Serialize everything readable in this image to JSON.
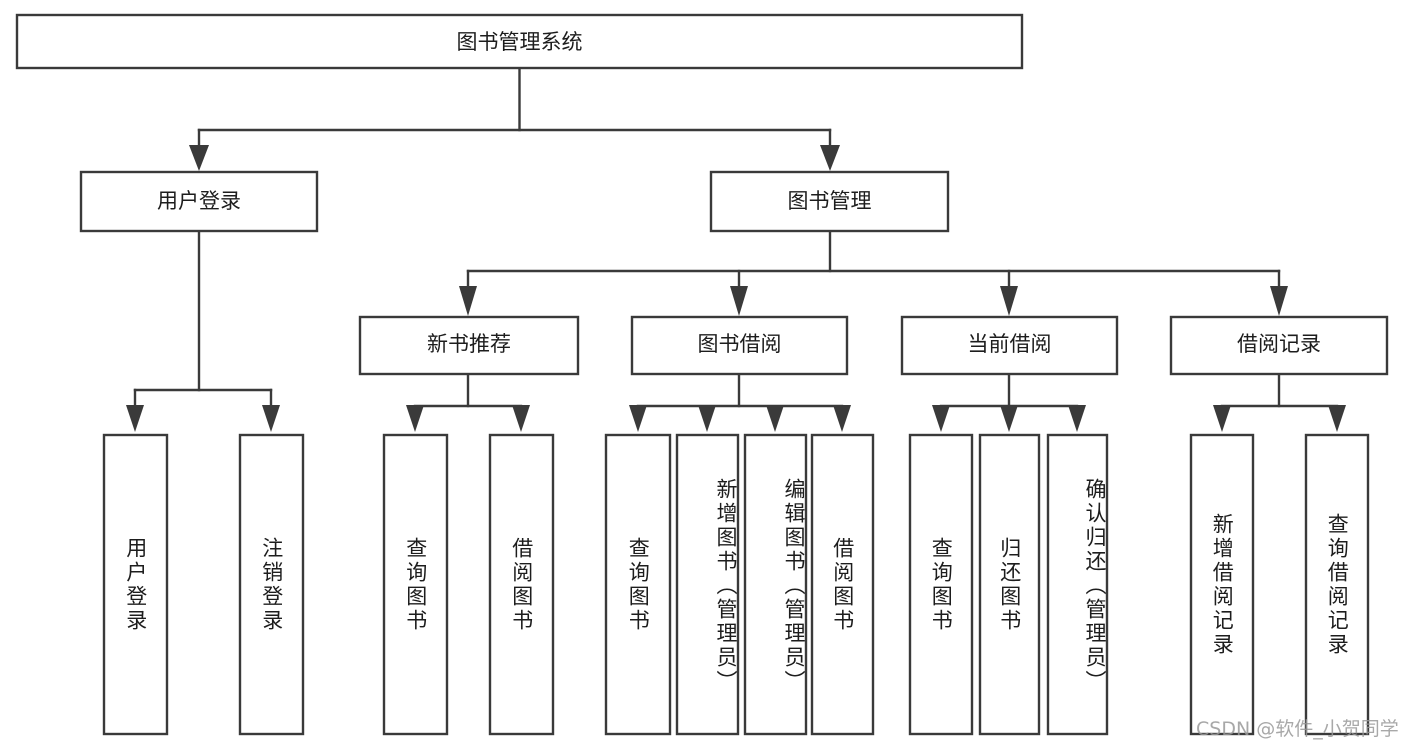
{
  "diagram": {
    "title": "图书管理系统",
    "type": "tree-hierarchy",
    "root": {
      "label": "图书管理系统"
    },
    "level2": [
      {
        "label": "用户登录"
      },
      {
        "label": "图书管理"
      }
    ],
    "level3": [
      {
        "label": "新书推荐"
      },
      {
        "label": "图书借阅"
      },
      {
        "label": "当前借阅"
      },
      {
        "label": "借阅记录"
      }
    ],
    "leaves_user_login": [
      {
        "label": "用户登录"
      },
      {
        "label": "注销登录"
      }
    ],
    "leaves_new_book": [
      {
        "label": "查询图书"
      },
      {
        "label": "借阅图书"
      }
    ],
    "leaves_borrow": [
      {
        "label": "查询图书"
      },
      {
        "label": "新增图书（管理员）"
      },
      {
        "label": "编辑图书（管理员）"
      },
      {
        "label": "借阅图书"
      }
    ],
    "leaves_current": [
      {
        "label": "查询图书"
      },
      {
        "label": "归还图书"
      },
      {
        "label": "确认归还（管理员）"
      }
    ],
    "leaves_record": [
      {
        "label": "新增借阅记录"
      },
      {
        "label": "查询借阅记录"
      }
    ]
  },
  "watermark": {
    "text": "CSDN @软件_小贺同学"
  },
  "colors": {
    "stroke": "#3a3a3a",
    "box_fill": "#ffffff",
    "text": "#1d1d1d",
    "watermark": "#9a9a9a",
    "background": "#ffffff"
  }
}
